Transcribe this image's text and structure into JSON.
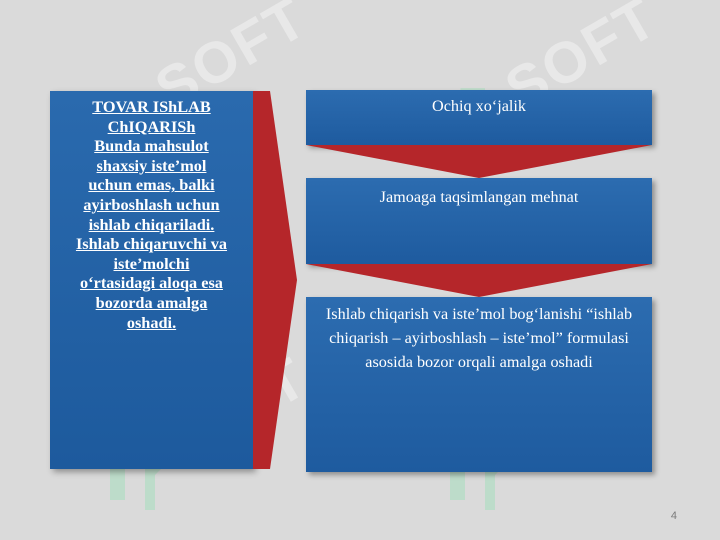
{
  "slide": {
    "page_number": "4",
    "watermark_text": "SOFT"
  },
  "left_panel": {
    "lines": [
      "TOVAR IShLAB",
      "ChIQARISh ",
      "Bunda mahsulot",
      "shaxsiy iste’mol",
      "uchun emas, balki",
      "ayirboshlash uchun",
      "ishlab chiqariladi.",
      "Ishlab chiqaruvchi va",
      "iste’molchi",
      "o‘rtasidagi aloqa esa",
      "bozorda amalga",
      "oshadi."
    ]
  },
  "boxes": {
    "box1": "Ochiq xo‘jalik",
    "box2": "Jamoaga taqsimlangan mehnat",
    "box3": "Ishlab chiqarish va iste’mol bog‘lanishi “ishlab chiqarish – ayirboshlash – iste’mol” formulasi asosida bozor orqali amalga oshadi"
  },
  "colors": {
    "box_blue": "#1f5fa3",
    "arrow_red": "#b5262a",
    "background": "#dadada"
  }
}
